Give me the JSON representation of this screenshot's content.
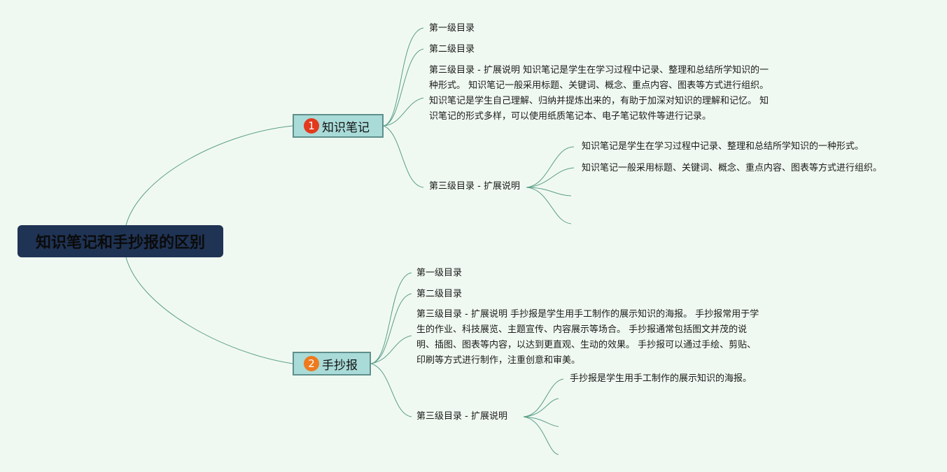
{
  "root": {
    "title": "知识笔记和手抄报的区别"
  },
  "branches": [
    {
      "badge": "1",
      "label": "知识笔记",
      "children": {
        "level1": "第一级目录",
        "level2": "第二级目录",
        "level3_desc": "第三级目录 - 扩展说明 知识笔记是学生在学习过程中记录、整理和总结所学知识的一种形式。 知识笔记一般采用标题、关键词、概念、重点内容、图表等方式进行组织。 知识笔记是学生自己理解、归纳并提炼出来的，有助于加深对知识的理解和记忆。 知识笔记的形式多样，可以使用纸质笔记本、电子笔记软件等进行记录。",
        "level3_label": "第三级目录 - 扩展说明",
        "sub_items": [
          "知识笔记是学生在学习过程中记录、整理和总结所学知识的一种形式。",
          "知识笔记一般采用标题、关键词、概念、重点内容、图表等方式进行组织。"
        ]
      }
    },
    {
      "badge": "2",
      "label": "手抄报",
      "children": {
        "level1": "第一级目录",
        "level2": "第二级目录",
        "level3_desc": "第三级目录 - 扩展说明 手抄报是学生用手工制作的展示知识的海报。 手抄报常用于学生的作业、科技展览、主题宣传、内容展示等场合。 手抄报通常包括图文并茂的说明、插图、图表等内容，以达到更直观、生动的效果。 手抄报可以通过手绘、剪贴、印刷等方式进行制作，注重创意和审美。",
        "level3_label": "第三级目录 - 扩展说明",
        "sub_items": [
          "手抄报是学生用手工制作的展示知识的海报。"
        ]
      }
    }
  ],
  "colors": {
    "background": "#f0f9f1",
    "root_fill": "#1f3354",
    "branch_fill": "#a9dbd8",
    "branch_border": "#5f8f8c",
    "connector": "#5a9e8a",
    "badge1": "#e33a1e",
    "badge2": "#ee7a1d"
  }
}
